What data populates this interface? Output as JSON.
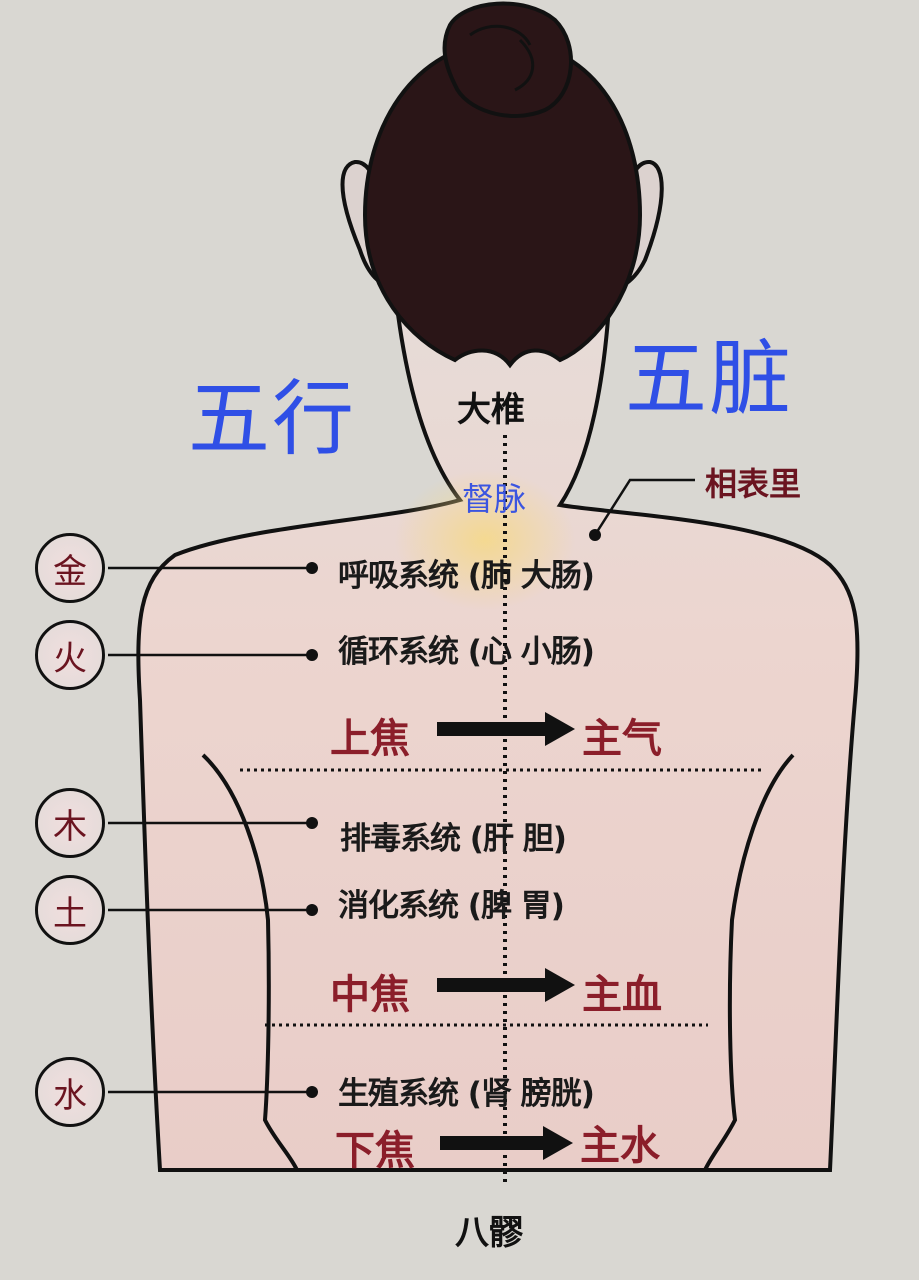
{
  "titles": {
    "left": "五行",
    "right": "五脏"
  },
  "spine": {
    "top_point": "大椎",
    "meridian": "督脉",
    "bottom_point": "八髎"
  },
  "annotation": {
    "label": "相表里"
  },
  "elements": [
    {
      "symbol": "金",
      "system": "呼吸系统 (肺  大肠)"
    },
    {
      "symbol": "火",
      "system": "循环系统 (心  小肠)"
    },
    {
      "symbol": "木",
      "system": "排毒系统 (肝   胆)"
    },
    {
      "symbol": "土",
      "system": "消化系统 (脾   胃)"
    },
    {
      "symbol": "水",
      "system": "生殖系统 (肾   膀胱)"
    }
  ],
  "burners": [
    {
      "name": "上焦",
      "function": "主气"
    },
    {
      "name": "中焦",
      "function": "主血"
    },
    {
      "name": "下焦",
      "function": "主水"
    }
  ],
  "colors": {
    "title_blue": "#2f4fe6",
    "label_maroon": "#6b1420",
    "hair": "#2a1517",
    "skin": "#ecd7d2",
    "background": "#d9d7d2"
  }
}
